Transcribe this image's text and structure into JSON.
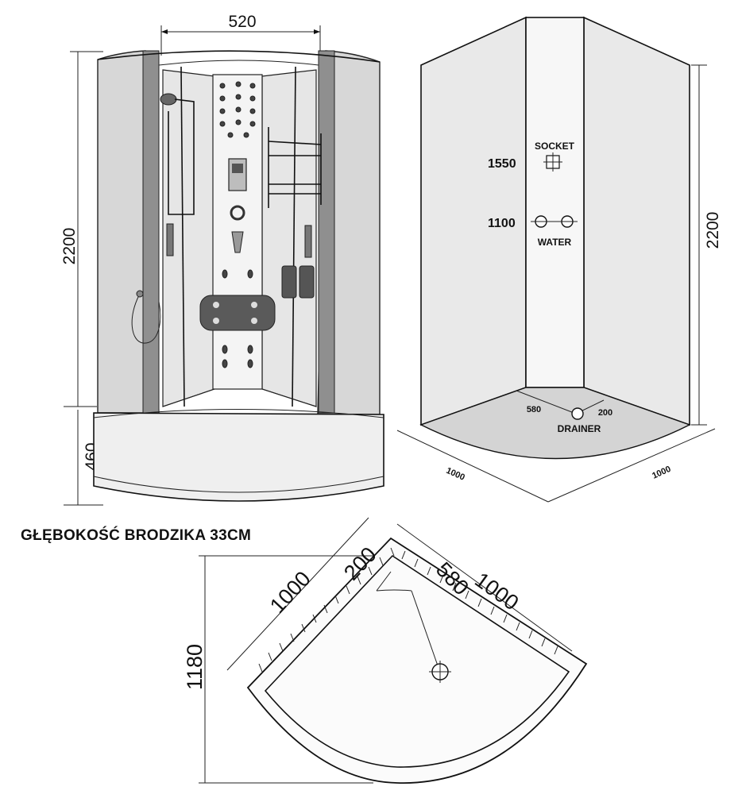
{
  "front_view": {
    "width_label": "520",
    "height_label": "2200",
    "tray_height_label": "460"
  },
  "side_view": {
    "socket_height": "1550",
    "socket_label": "SOCKET",
    "water_height": "1100",
    "water_label": "WATER",
    "height_label": "2200",
    "drain_offset_a": "580",
    "drain_offset_b": "200",
    "drainer_label": "DRAINER",
    "depth_left": "1000",
    "depth_right": "1000"
  },
  "caption": "GŁĘBOKOŚĆ BRODZIKA 33CM",
  "plan_view": {
    "left_side": "1000",
    "right_side": "1000",
    "corner_offset": "200",
    "drain_offset": "580",
    "diagonal": "1180"
  }
}
